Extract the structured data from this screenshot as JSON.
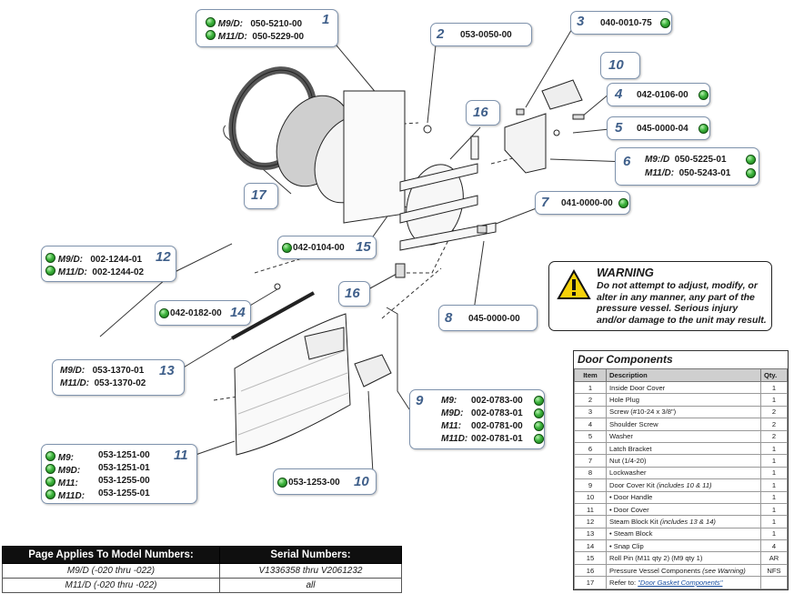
{
  "callouts": {
    "c1": {
      "num": "1",
      "lines": [
        {
          "label": "M9/D:",
          "pn": "050-5210-00"
        },
        {
          "label": "M11/D:",
          "pn": "050-5229-00"
        }
      ]
    },
    "c2": {
      "num": "2",
      "pn": "053-0050-00"
    },
    "c3": {
      "num": "3",
      "pn": "040-0010-75"
    },
    "c4": {
      "num": "4",
      "pn": "042-0106-00"
    },
    "c5": {
      "num": "5",
      "pn": "045-0000-04"
    },
    "c6": {
      "num": "6",
      "lines": [
        {
          "label": "M9:/D",
          "pn": "050-5225-01"
        },
        {
          "label": "M11/D:",
          "pn": "050-5243-01"
        }
      ]
    },
    "c7": {
      "num": "7",
      "pn": "041-0000-00"
    },
    "c8": {
      "num": "8",
      "pn": "045-0000-00"
    },
    "c9": {
      "num": "9",
      "lines": [
        {
          "label": "M9:",
          "pn": "002-0783-00"
        },
        {
          "label": "M9D:",
          "pn": "002-0783-01"
        },
        {
          "label": "M11:",
          "pn": "002-0781-00"
        },
        {
          "label": "M11D:",
          "pn": "002-0781-01"
        }
      ]
    },
    "c10a": {
      "num": "10"
    },
    "c10b": {
      "num": "10",
      "pn": "053-1253-00"
    },
    "c11": {
      "num": "11",
      "lines": [
        {
          "label": "M9:",
          "pn": "053-1251-00"
        },
        {
          "label": "M9D:",
          "pn": "053-1251-01"
        },
        {
          "label": "M11:",
          "pn": "053-1255-00"
        },
        {
          "label": "M11D:",
          "pn": "053-1255-01"
        }
      ]
    },
    "c12": {
      "num": "12",
      "lines": [
        {
          "label": "M9/D:",
          "pn": "002-1244-01"
        },
        {
          "label": "M11/D:",
          "pn": "002-1244-02"
        }
      ]
    },
    "c13": {
      "num": "13",
      "lines": [
        {
          "label": "M9/D:",
          "pn": "053-1370-01"
        },
        {
          "label": "M11/D:",
          "pn": "053-1370-02"
        }
      ]
    },
    "c14": {
      "num": "14",
      "pn": "042-0182-00"
    },
    "c15": {
      "num": "15",
      "pn": "042-0104-00"
    },
    "c16a": {
      "num": "16"
    },
    "c16b": {
      "num": "16"
    },
    "c17": {
      "num": "17"
    }
  },
  "warning": {
    "title": "WARNING",
    "text": "Do not attempt to adjust, modify, or alter in any manner, any part of the pressure vessel. Serious injury and/or damage to the unit may result."
  },
  "door_components": {
    "title": "Door Components",
    "headers": [
      "Item",
      "Description",
      "Qty."
    ],
    "rows": [
      {
        "item": "1",
        "desc": "Inside Door Cover",
        "qty": "1"
      },
      {
        "item": "2",
        "desc": "Hole Plug",
        "qty": "1"
      },
      {
        "item": "3",
        "desc": "Screw (#10-24 x 3/8\")",
        "qty": "2"
      },
      {
        "item": "4",
        "desc": "Shoulder Screw",
        "qty": "2"
      },
      {
        "item": "5",
        "desc": "Washer",
        "qty": "2"
      },
      {
        "item": "6",
        "desc": "Latch Bracket",
        "qty": "1"
      },
      {
        "item": "7",
        "desc": "Nut (1/4-20)",
        "qty": "1"
      },
      {
        "item": "8",
        "desc": "Lockwasher",
        "qty": "1"
      },
      {
        "item": "9",
        "desc": "Door Cover Kit",
        "desc_note": "(includes 10 & 11)",
        "qty": "1"
      },
      {
        "item": "10",
        "desc": "• Door Handle",
        "qty": "1"
      },
      {
        "item": "11",
        "desc": "• Door Cover",
        "qty": "1"
      },
      {
        "item": "12",
        "desc": "Steam Block Kit",
        "desc_note": "(includes 13 & 14)",
        "qty": "1"
      },
      {
        "item": "13",
        "desc": "• Steam Block",
        "qty": "1"
      },
      {
        "item": "14",
        "desc": "• Snap Clip",
        "qty": "4"
      },
      {
        "item": "15",
        "desc": "Roll Pin (M11 qty 2) (M9 qty 1)",
        "qty": "AR"
      },
      {
        "item": "16",
        "desc": "Pressure Vessel Components",
        "desc_note": "(see Warning)",
        "qty": "NFS"
      },
      {
        "item": "17",
        "desc": "Refer to: ",
        "desc_link": "\"Door Gasket Components\"",
        "qty": ""
      }
    ]
  },
  "model_table": {
    "headers": [
      "Page Applies To Model Numbers:",
      "Serial Numbers:"
    ],
    "rows": [
      {
        "model": "M9/D (-020 thru -022)",
        "serial": "V1336358 thru V2061232"
      },
      {
        "model": "M11/D (-020 thru -022)",
        "serial": "all"
      }
    ]
  },
  "colors": {
    "callout_number": "#3f5f8a",
    "callout_border": "#7f93ad",
    "dot": "#2e9e2e",
    "link": "#1a4fa0"
  }
}
